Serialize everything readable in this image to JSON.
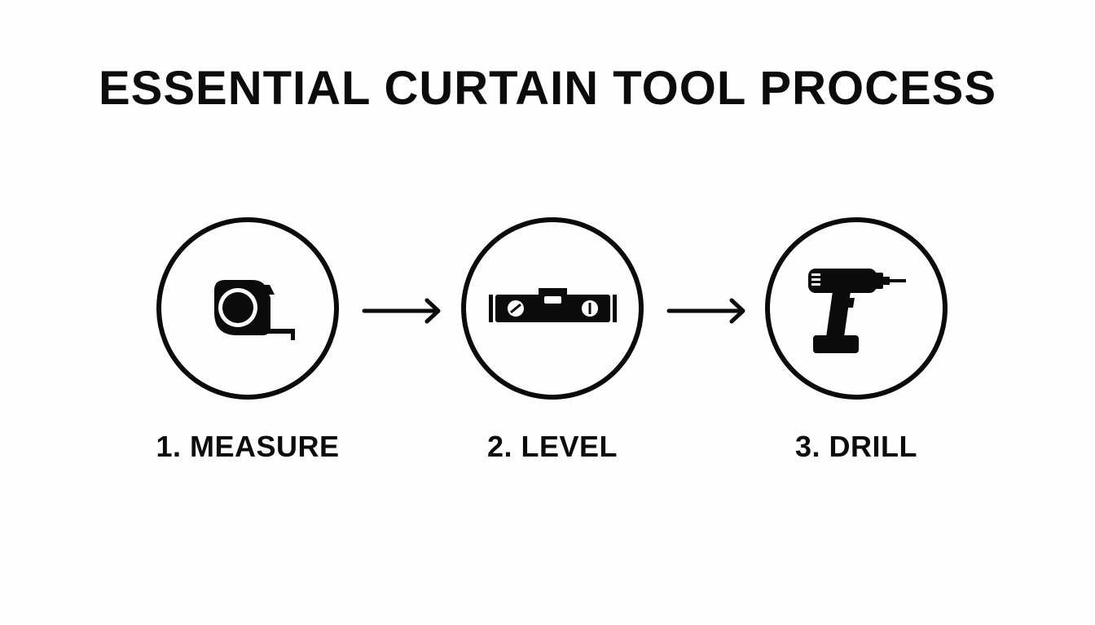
{
  "title": "ESSENTIAL CURTAIN TOOL PROCESS",
  "steps": [
    {
      "label": "1. MEASURE",
      "icon": "tape-measure-icon"
    },
    {
      "label": "2. LEVEL",
      "icon": "spirit-level-icon"
    },
    {
      "label": "3. DRILL",
      "icon": "drill-icon"
    }
  ],
  "colors": {
    "ink": "#0b0b0b",
    "background": "#fefefe"
  }
}
